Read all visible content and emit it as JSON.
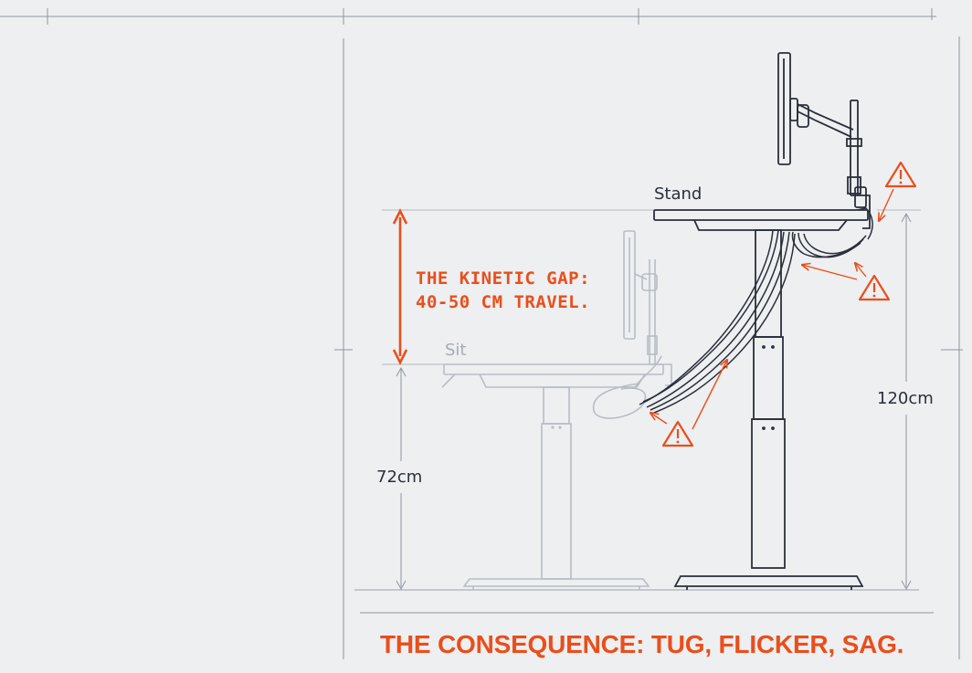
{
  "labels": {
    "stand": "Stand",
    "sit": "Sit",
    "sit_height": "72cm",
    "stand_height": "120cm"
  },
  "gap": {
    "line1": "THE KINETIC GAP:",
    "line2": "40-50 CM TRAVEL."
  },
  "footer": {
    "consequence": "THE CONSEQUENCE: TUG, FLICKER, SAG."
  },
  "colors": {
    "accent": "#ea4e1b",
    "ink": "#2a2f3a",
    "ghost": "#b8bdc5",
    "guide": "#9aa0a9",
    "background": "#edeff1"
  },
  "icons": [
    "warning-icon",
    "double-arrow-icon",
    "monitor-icon"
  ]
}
